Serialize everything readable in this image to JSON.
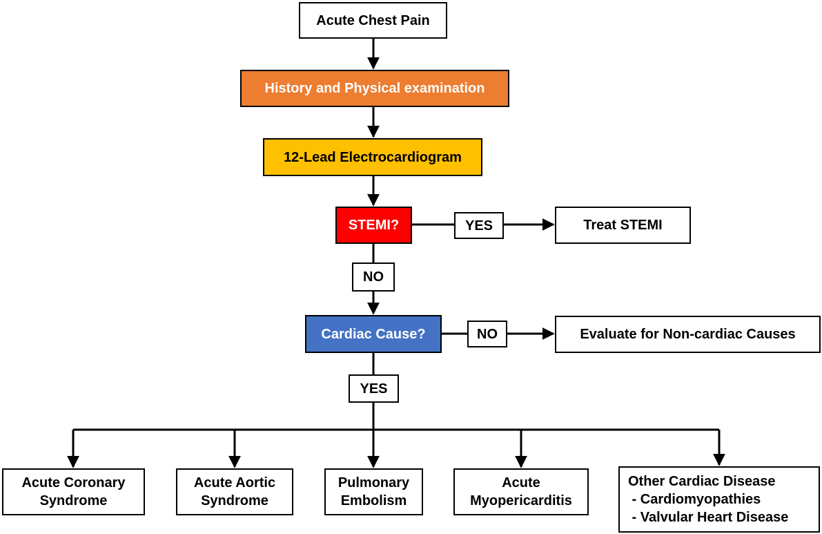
{
  "nodes": {
    "start": "Acute Chest Pain",
    "history": "History and Physical examination",
    "ecg": "12-Lead Electrocardiogram",
    "stemi": "STEMI?",
    "stemi_yes": "YES",
    "treat_stemi": "Treat STEMI",
    "stemi_no": "NO",
    "cardiac": "Cardiac Cause?",
    "cardiac_no": "NO",
    "non_cardiac": "Evaluate for Non-cardiac Causes",
    "cardiac_yes": "YES"
  },
  "outcomes": {
    "acs": [
      "Acute Coronary",
      "Syndrome"
    ],
    "aas": [
      "Acute Aortic",
      "Syndrome"
    ],
    "pe": [
      "Pulmonary",
      "Embolism"
    ],
    "myo": [
      "Acute",
      "Myopericarditis"
    ],
    "other": [
      "Other Cardiac Disease",
      " - Cardiomyopathies",
      " - Valvular Heart Disease"
    ]
  },
  "colors": {
    "history": "#ED7D31",
    "ecg": "#FFC000",
    "stemi": "#FF0000",
    "cardiac": "#4472C4"
  }
}
